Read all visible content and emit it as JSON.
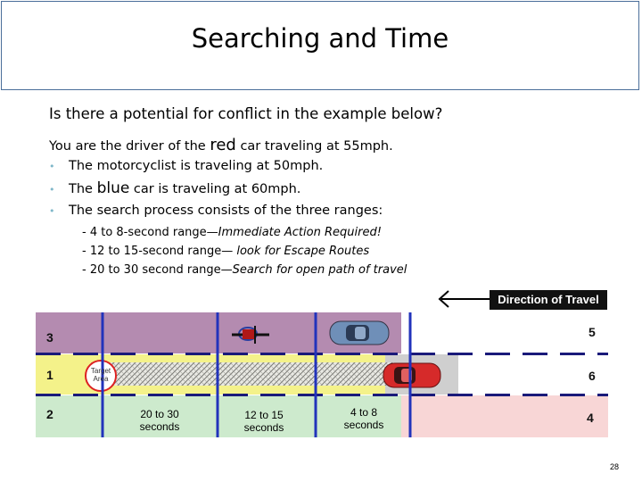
{
  "slide": {
    "title": "Searching and Time",
    "question": "Is there a potential for conflict in the example below?",
    "intro_prefix": "You are the driver of the ",
    "intro_color_word": "red",
    "intro_suffix": " car traveling at 55mph.",
    "bullets": [
      {
        "prefix": "The motorcyclist is traveling at 50mph.",
        "color_word": "",
        "suffix": ""
      },
      {
        "prefix": "The ",
        "color_word": "blue",
        "suffix": " car is traveling at 60mph."
      },
      {
        "prefix": "The search process consists of the  three ranges:",
        "color_word": "",
        "suffix": ""
      }
    ],
    "ranges": [
      {
        "prefix": "- 4 to 8-second range—",
        "italic": "Immediate Action Required!"
      },
      {
        "prefix": "- 12 to 15-second range— ",
        "italic": "look for Escape Routes"
      },
      {
        "prefix": "- 20 to 30 second range—",
        "italic": "Search for open path of travel"
      }
    ],
    "direction_label": "Direction of Travel",
    "page_number": "28"
  },
  "diagram": {
    "lanes_left": [
      "3",
      "1",
      "2"
    ],
    "lanes_right": [
      "5",
      "6",
      "4"
    ],
    "target_area": "Target Area",
    "zones": [
      {
        "line1": "20 to 30",
        "line2": "seconds"
      },
      {
        "line1": "12 to 15",
        "line2": "seconds"
      },
      {
        "line1": "4 to 8",
        "line2": "seconds"
      }
    ],
    "colors": {
      "lane_top": "#b48bb0",
      "lane_middle": "#f4f28a",
      "lane_bottom": "#cdeacd",
      "lane_bottom_right": "#f8d6d6",
      "zone_border": "#2233bb",
      "red_car": "#d62a2a",
      "blue_car": "#6f8fb8"
    }
  }
}
